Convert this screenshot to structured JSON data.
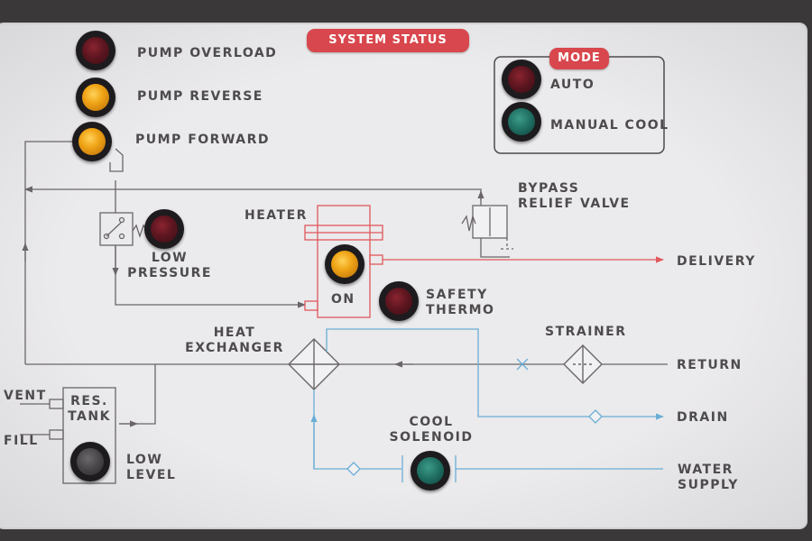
{
  "title": "SYSTEM STATUS",
  "mode": {
    "title": "MODE",
    "items": [
      {
        "label": "AUTO",
        "lamp_color": "red"
      },
      {
        "label": "MANUAL COOL",
        "lamp_color": "green"
      }
    ]
  },
  "indicators": [
    {
      "label": "PUMP OVERLOAD",
      "lamp_color": "red"
    },
    {
      "label": "PUMP REVERSE",
      "lamp_color": "amber"
    },
    {
      "label": "PUMP FORWARD",
      "lamp_color": "amber"
    }
  ],
  "components": {
    "heater": "HEATER",
    "heater_on": "ON",
    "low_pressure": [
      "LOW",
      "PRESSURE"
    ],
    "safety_thermo": [
      "SAFETY",
      "THERMO"
    ],
    "bypass": [
      "BYPASS",
      "RELIEF VALVE"
    ],
    "heat_exchanger": [
      "HEAT",
      "EXCHANGER"
    ],
    "strainer": "STRAINER",
    "res_tank": [
      "RES.",
      "TANK"
    ],
    "vent": "VENT",
    "fill": "FILL",
    "low_level": [
      "LOW",
      "LEVEL"
    ],
    "cool_solenoid": [
      "COOL",
      "SOLENOID"
    ]
  },
  "ports": {
    "delivery": "DELIVERY",
    "return": "RETURN",
    "drain": "DRAIN",
    "water_supply": [
      "WATER",
      "SUPPLY"
    ]
  },
  "colors": {
    "panel": "#e7e6e8",
    "label": "#4e4b4d",
    "line": "#6a6668",
    "delivery_line": "#e0585c",
    "water_line": "#6aaed6",
    "tag": "#d8474d"
  }
}
